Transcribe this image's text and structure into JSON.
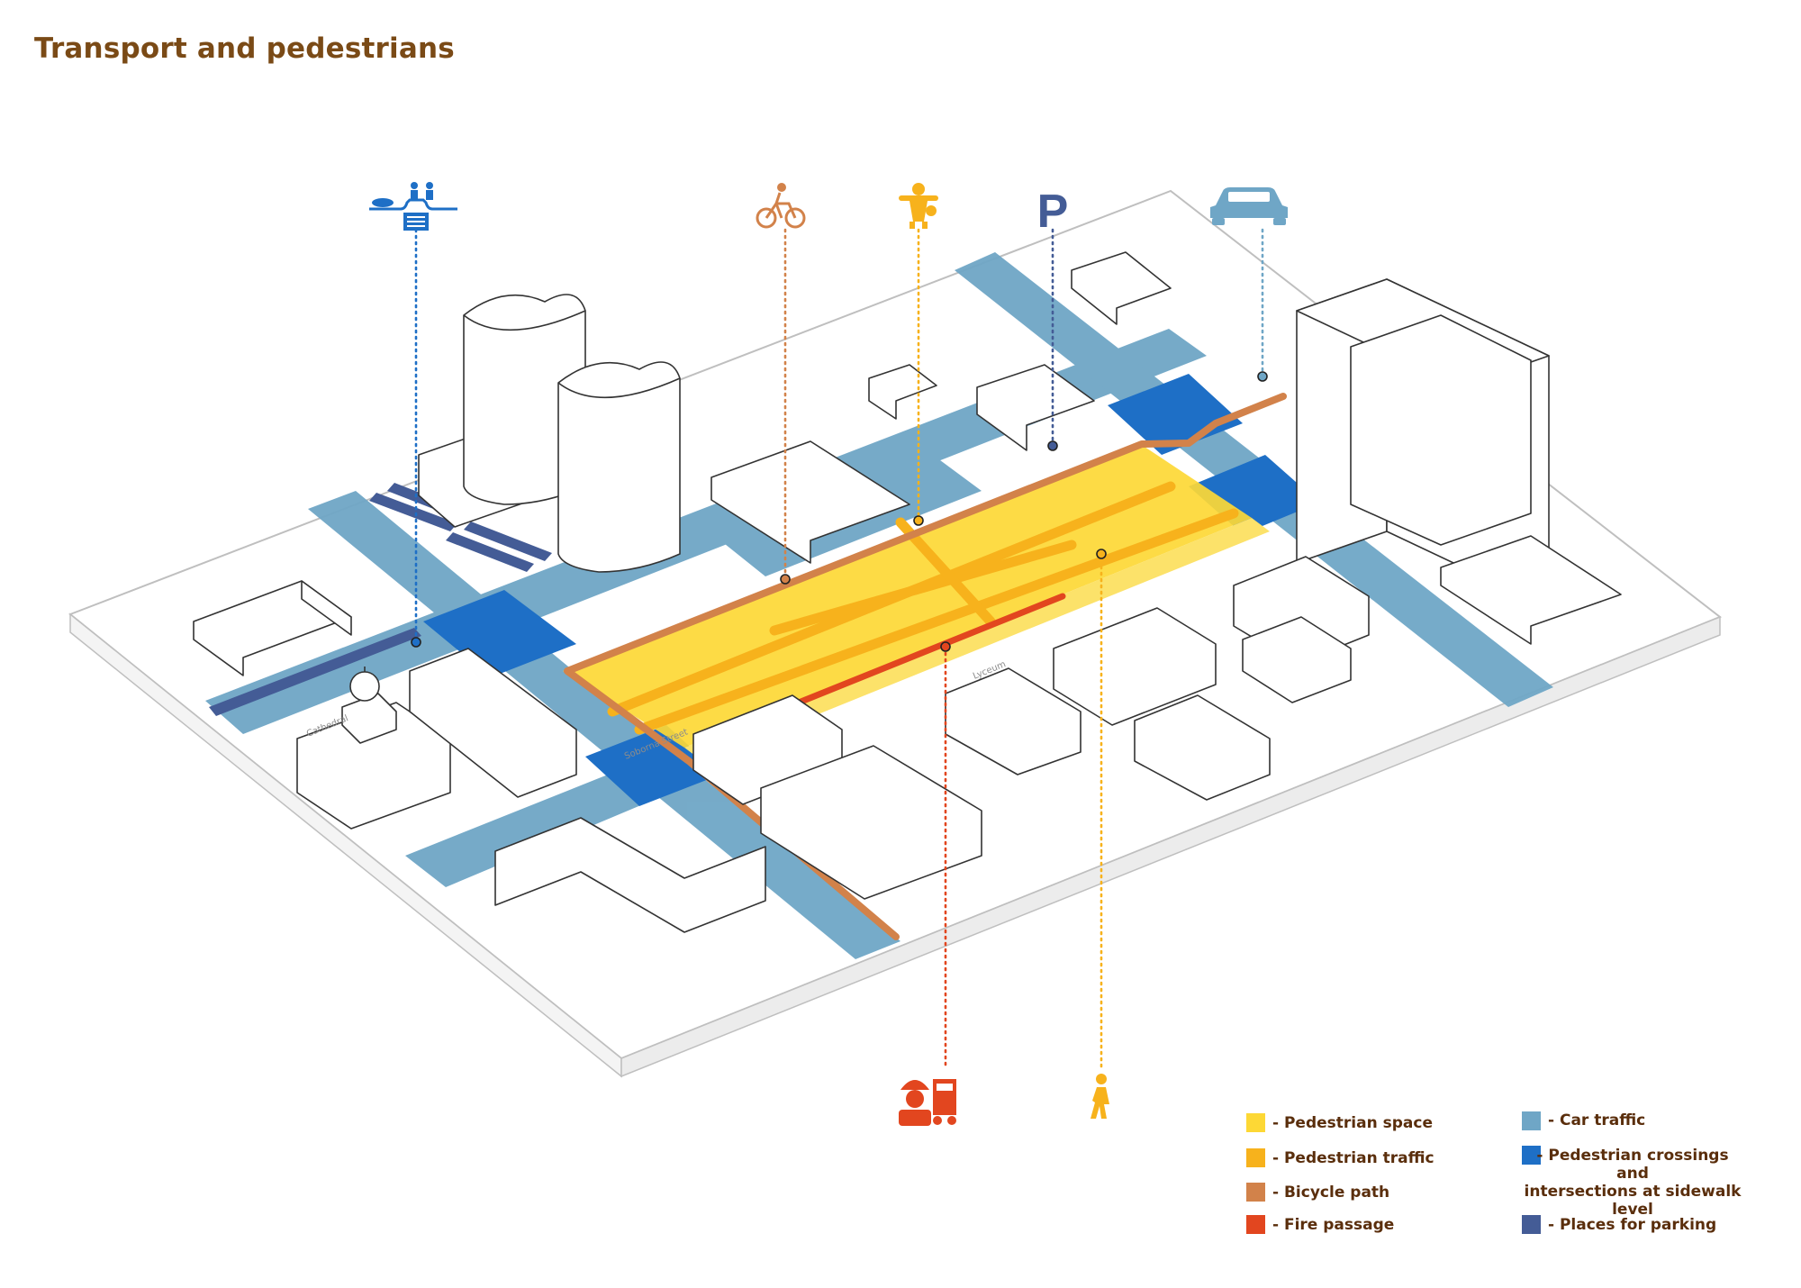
{
  "title": "Transport and pedestrians",
  "colors": {
    "pedestrian_space": "#fdd835",
    "pedestrian_traffic": "#f7b21c",
    "bicycle_path": "#d2824a",
    "fire_passage": "#e2461f",
    "car_traffic": "#6fa6c6",
    "pedestrian_crossings": "#1e6fc6",
    "parking": "#445c96",
    "title": "#7a4a16",
    "legend_text": "#5a2e0c"
  },
  "map_labels": {
    "cathedral": "Cathedral",
    "lyceum": "Lyceum",
    "street": "Soborna Street"
  },
  "icons": [
    {
      "name": "crossing-icon",
      "color": "#1e6fc6"
    },
    {
      "name": "bicycle-icon",
      "color": "#d2824a"
    },
    {
      "name": "playground-icon",
      "color": "#f7b21c"
    },
    {
      "name": "parking-icon",
      "label": "P",
      "color": "#445c96"
    },
    {
      "name": "car-icon",
      "color": "#6fa6c6"
    },
    {
      "name": "firefighter-icon",
      "color": "#e2461f"
    },
    {
      "name": "pedestrian-icon",
      "color": "#f7b21c"
    }
  ],
  "legend": {
    "pedestrian_space": "- Pedestrian space",
    "pedestrian_traffic": "- Pedestrian traffic",
    "bicycle_path": "- Bicycle path",
    "fire_passage": "- Fire passage",
    "car_traffic": "- Car traffic",
    "pedestrian_crossings": "- Pedestrian crossings\nand\nintersections at sidewalk level",
    "parking": "- Places for parking"
  }
}
